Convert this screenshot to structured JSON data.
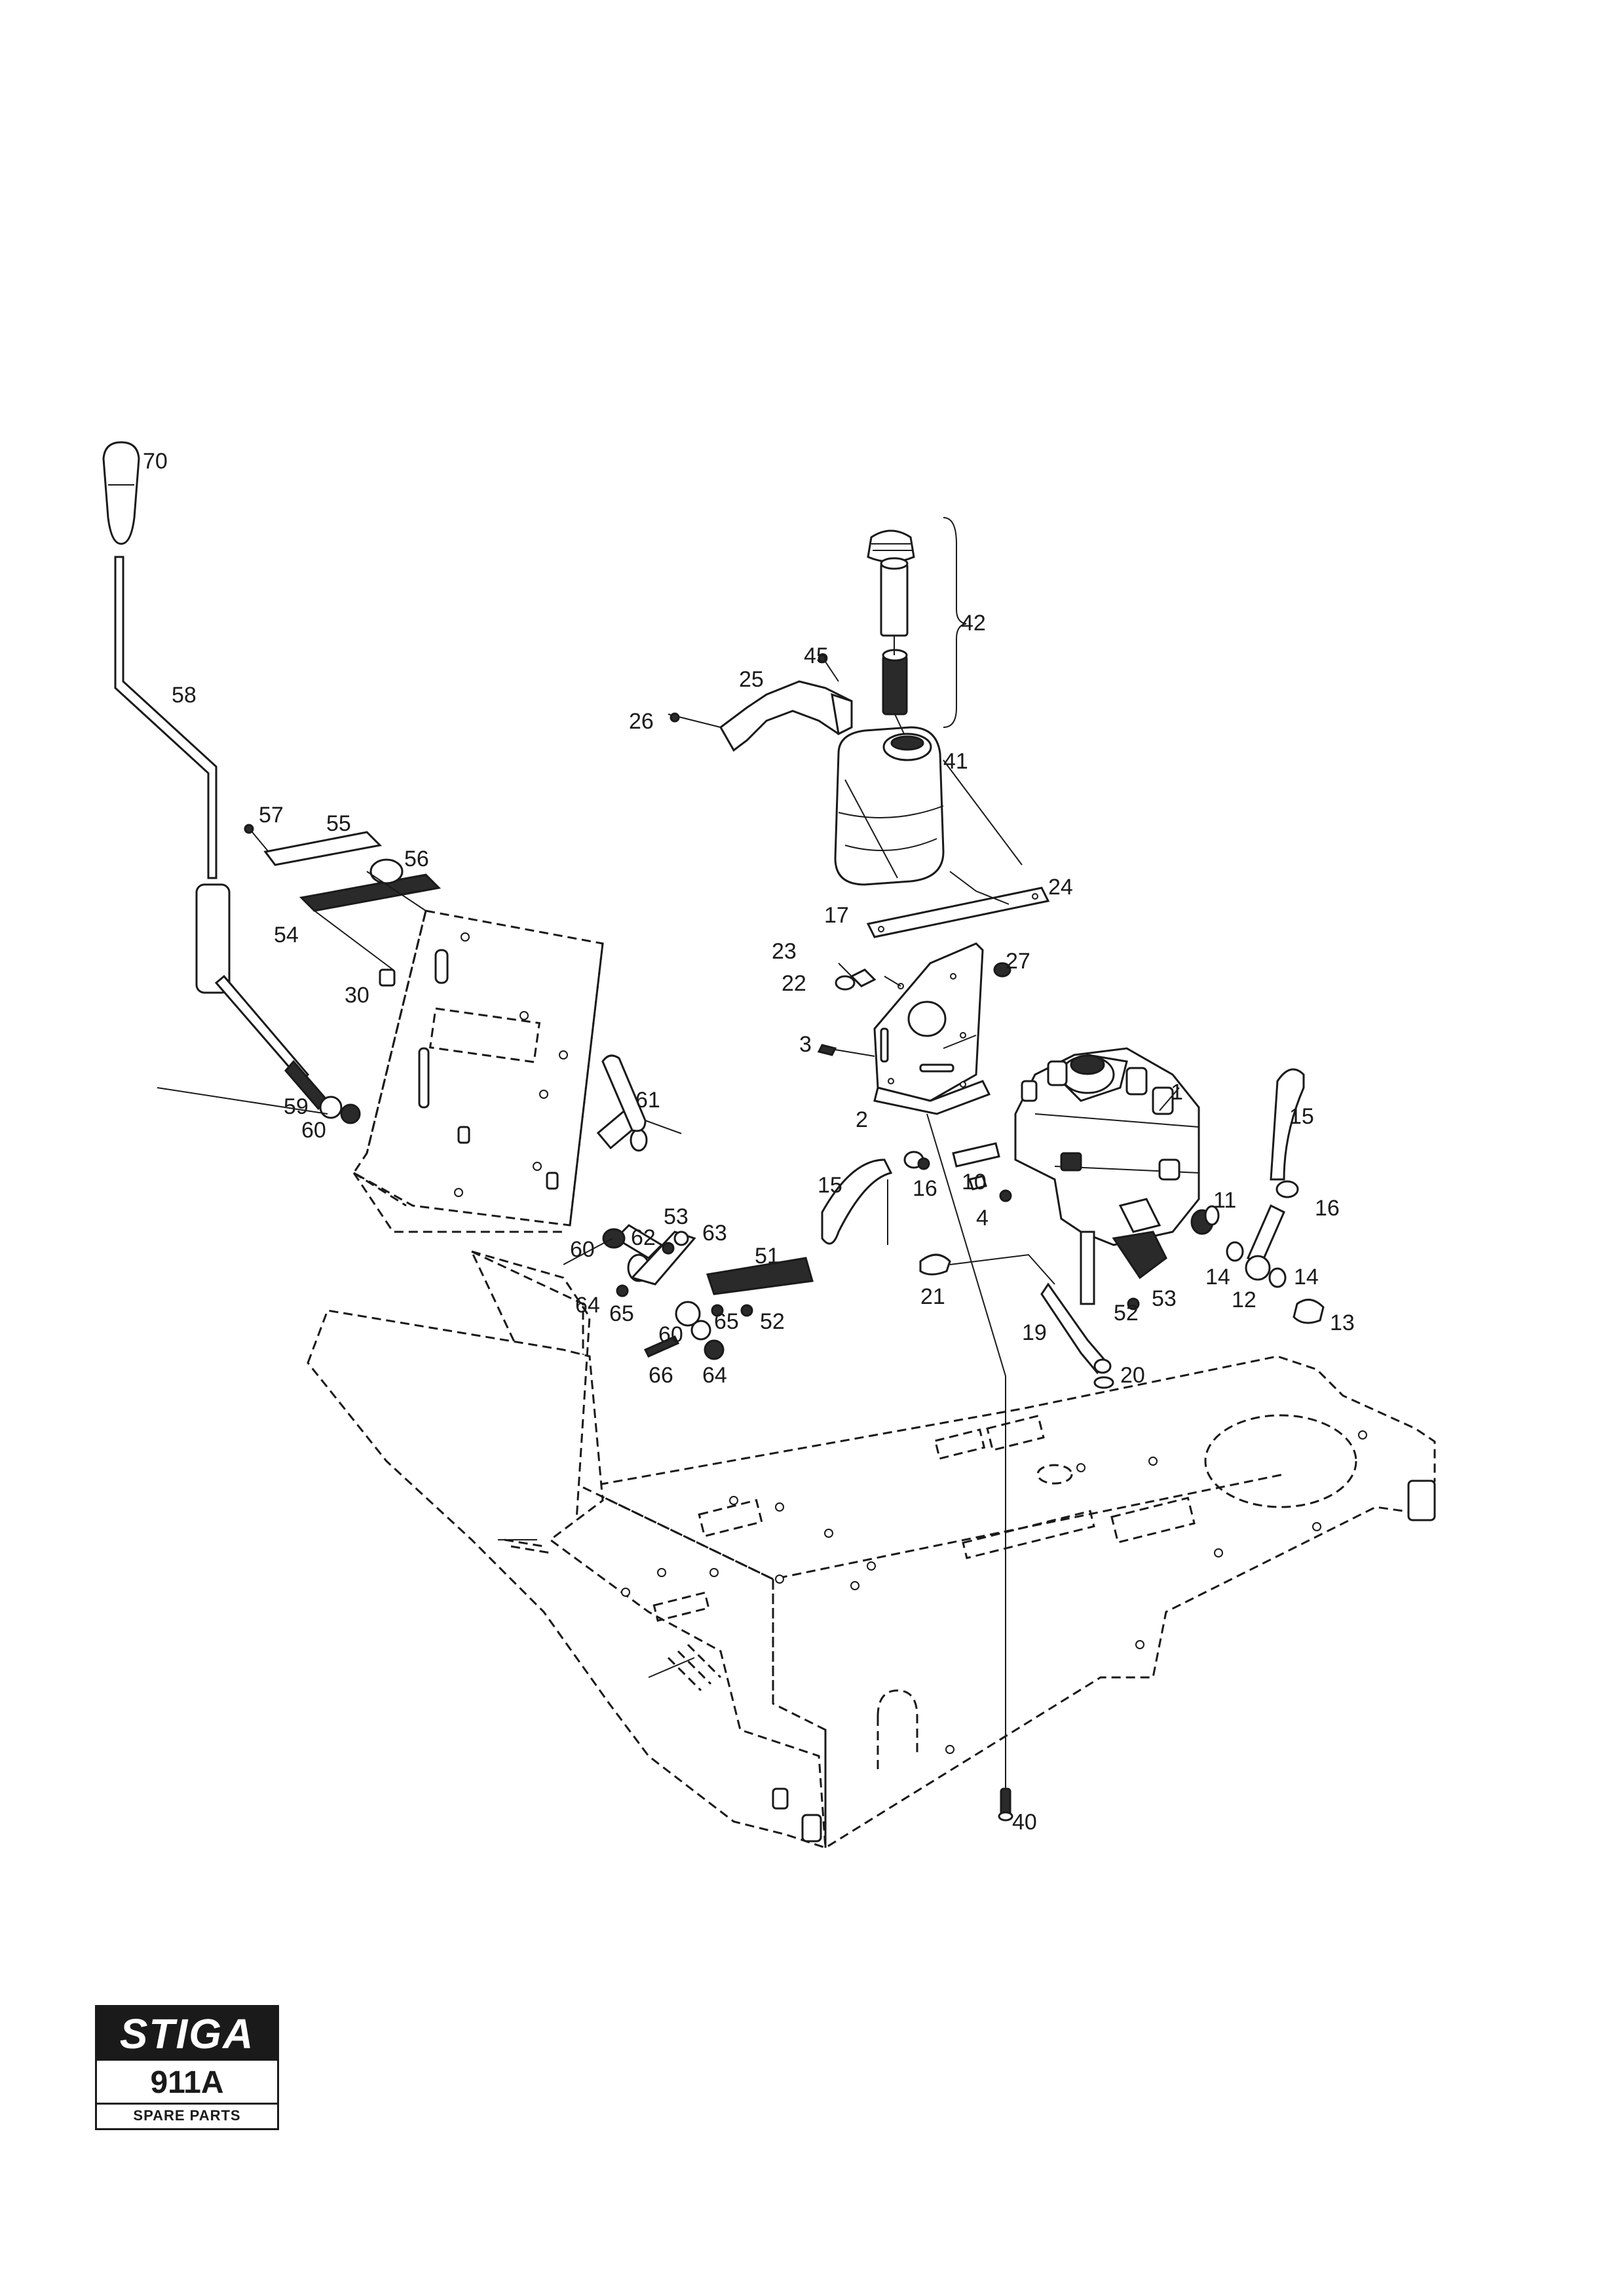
{
  "logo": {
    "brand": "STIGA",
    "model": "911A",
    "subtitle": "SPARE PARTS"
  },
  "callouts": [
    "70",
    "58",
    "57",
    "55",
    "56",
    "54",
    "30",
    "59",
    "60",
    "61",
    "60",
    "62",
    "53",
    "63",
    "51",
    "64",
    "65",
    "60",
    "65",
    "52",
    "66",
    "64",
    "45",
    "25",
    "26",
    "42",
    "41",
    "24",
    "17",
    "23",
    "27",
    "22",
    "3",
    "2",
    "1",
    "15",
    "15",
    "16",
    "10",
    "4",
    "16",
    "11",
    "14",
    "14",
    "12",
    "13",
    "21",
    "52",
    "53",
    "19",
    "20",
    "40"
  ]
}
